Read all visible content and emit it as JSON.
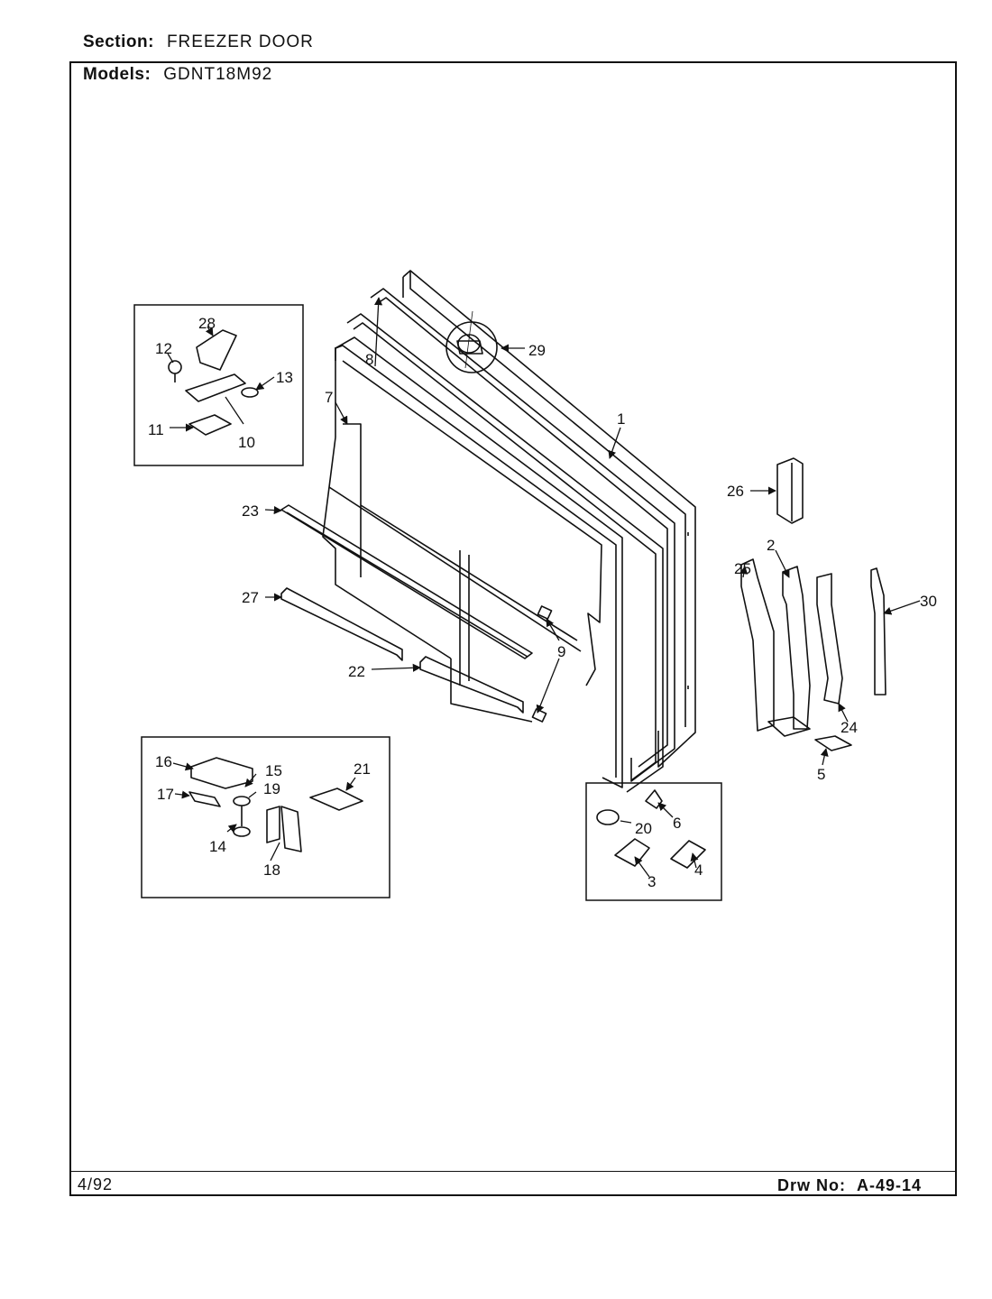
{
  "header": {
    "section_label": "Section:",
    "section_value": "FREEZER DOOR",
    "models_label": "Models:",
    "models_value": "GDNT18M92"
  },
  "footer": {
    "date": "4/92",
    "drawing_label": "Drw No:",
    "drawing_number": "A-49-14"
  },
  "callouts": {
    "p1": "1",
    "p2": "2",
    "p3": "3",
    "p4": "4",
    "p5": "5",
    "p6": "6",
    "p7": "7",
    "p8": "8",
    "p9": "9",
    "p10": "10",
    "p11": "11",
    "p12": "12",
    "p13": "13",
    "p14": "14",
    "p15": "15",
    "p16": "16",
    "p17": "17",
    "p18": "18",
    "p19": "19",
    "p20": "20",
    "p21": "21",
    "p22": "22",
    "p23": "23",
    "p24": "24",
    "p25": "25",
    "p26": "26",
    "p27": "27",
    "p28": "28",
    "p29": "29",
    "p30": "30"
  }
}
